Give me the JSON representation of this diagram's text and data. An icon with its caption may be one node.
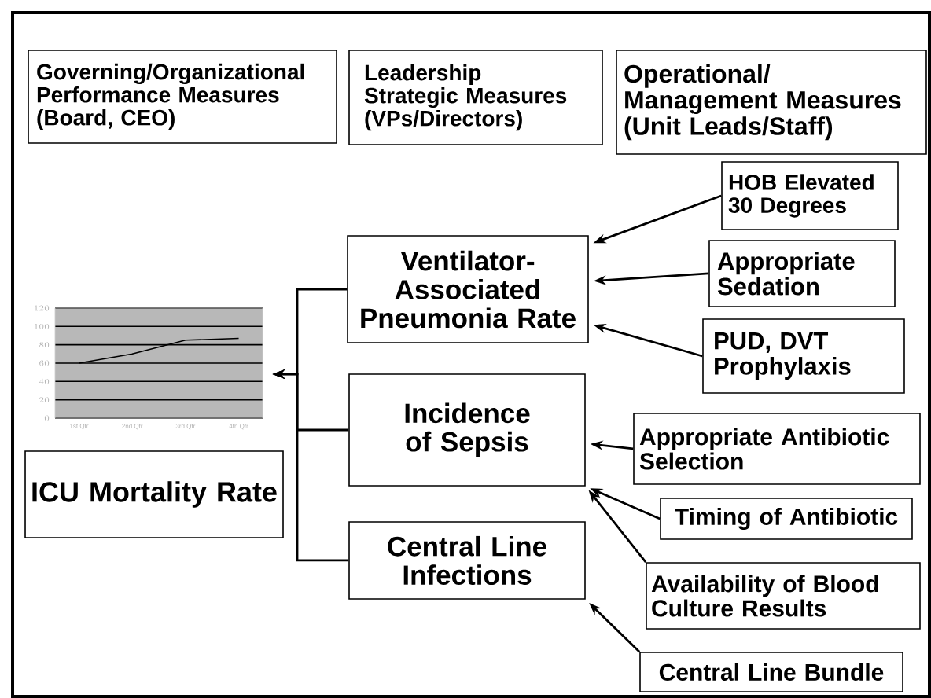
{
  "diagram": {
    "nodes": [
      {
        "text": [
          "Governing/Organizational Performance Measures (Board, CEO)"
        ]
      },
      {
        "text": [
          "Leadership Strategic Measures (VPs/Directors)"
        ]
      },
      {
        "text": [
          "Operational/ Management Measures (Unit Leads/Staff)"
        ]
      },
      {
        "text": [
          "HOB Elevated 30 Degrees"
        ]
      },
      {
        "text": [
          "Ventilator- Associated Pneumonia Rate"
        ]
      },
      {
        "text": [
          "Appropriate Sedation"
        ]
      },
      {
        "text": [
          "PUD, DVT Prophylaxis"
        ]
      },
      {
        "text": [],
        "shape": "chart"
      },
      {
        "text": [
          "Incidence of Sepsis"
        ]
      },
      {
        "text": [
          "ICU Mortality Rate"
        ]
      },
      {
        "text": [
          "Appropriate Antibiotic Selection"
        ]
      },
      {
        "text": [
          "Timing of Antibiotic"
        ]
      },
      {
        "text": [
          "Central Line Infections"
        ]
      },
      {
        "text": [
          "Availability of Blood Culture Results"
        ]
      },
      {
        "text": [
          "Central Line Bundle"
        ]
      }
    ],
    "edges": [
      {
        "from": 3,
        "to": 4,
        "arrow": "to"
      },
      {
        "from": 5,
        "to": 4,
        "arrow": "to"
      },
      {
        "from": 6,
        "to": 4,
        "arrow": "to"
      },
      {
        "from": 4,
        "to": 7,
        "arrow": "to"
      },
      {
        "from": 8,
        "to": 7,
        "arrow": "to"
      },
      {
        "from": 12,
        "to": 7,
        "arrow": "to"
      },
      {
        "from": 10,
        "to": 8,
        "arrow": "to"
      },
      {
        "from": 11,
        "to": 8,
        "arrow": "to"
      },
      {
        "from": 13,
        "to": 8,
        "arrow": "to"
      },
      {
        "from": 14,
        "to": 12,
        "arrow": "to"
      }
    ],
    "chart_data": {
      "type": "line",
      "categories": [
        "1st Qtr",
        "2nd Qtr",
        "3rd Qtr",
        "4th Qtr"
      ],
      "series": [
        {
          "color": "#000000",
          "values": [
            60,
            70,
            85,
            87
          ]
        }
      ],
      "grid": true,
      "ylim": [
        0,
        120
      ],
      "yticks": [
        0,
        20,
        40,
        60,
        80,
        100,
        120
      ]
    }
  }
}
